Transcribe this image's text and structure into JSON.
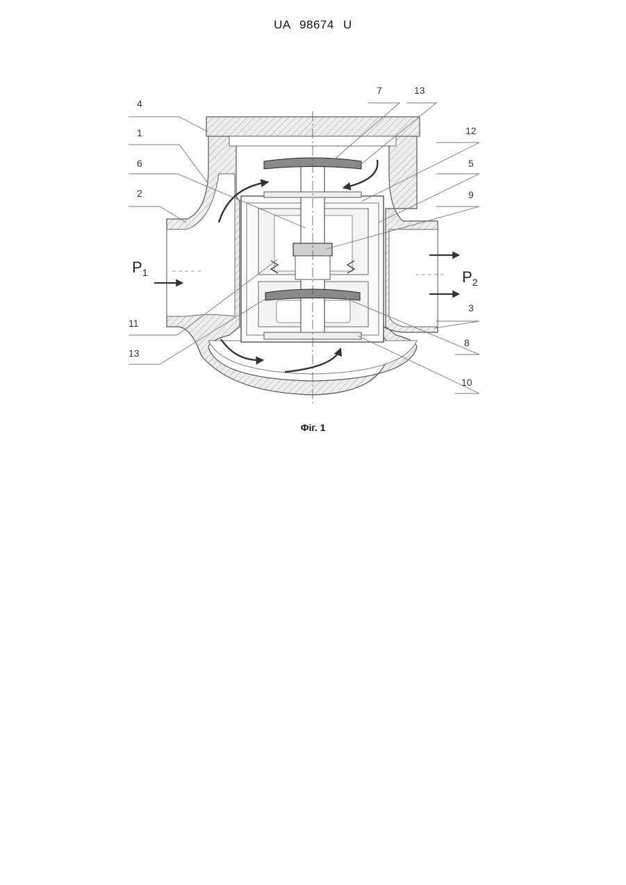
{
  "header": {
    "patent_number": "UA   98674   U"
  },
  "figure": {
    "labels": {
      "l1": "1",
      "l2": "2",
      "l3": "3",
      "l4": "4",
      "l5": "5",
      "l6": "6",
      "l7": "7",
      "l8": "8",
      "l9": "9",
      "l10": "10",
      "l11": "11",
      "l12": "12",
      "l13_top": "13",
      "l13_bottom": "13"
    },
    "pressure_in": {
      "letter": "P",
      "sub": "1"
    },
    "pressure_out": {
      "letter": "P",
      "sub": "2"
    }
  },
  "caption": "Фіг. 1"
}
